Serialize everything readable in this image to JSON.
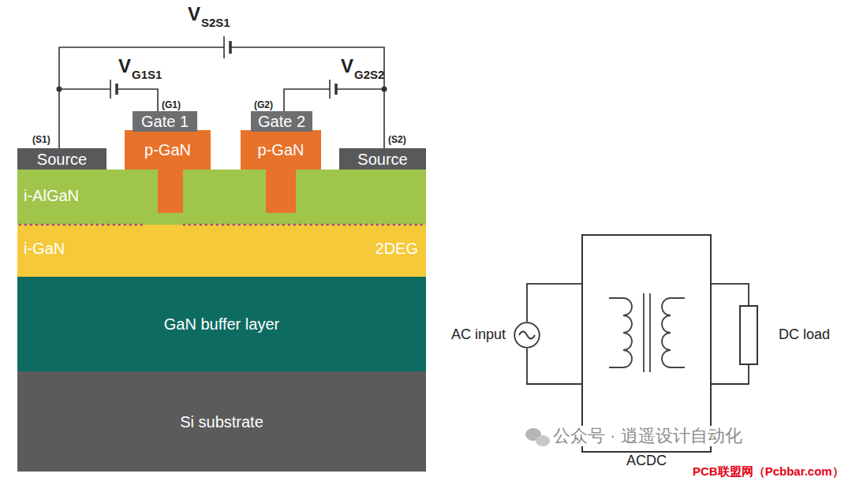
{
  "diagram": {
    "nodes": [
      {
        "text": [
          "Source"
        ]
      },
      {
        "text": [
          "Gate 1"
        ]
      },
      {
        "text": [
          "p-GaN"
        ]
      },
      {
        "text": [
          "Gate 2"
        ]
      },
      {
        "text": [
          "p-GaN"
        ]
      },
      {
        "text": [
          "Source"
        ]
      },
      {
        "text": [
          "i-AlGaN"
        ]
      },
      {
        "text": [
          "i-GaN",
          "2DEG"
        ]
      },
      {
        "text": [
          "GaN buffer layer"
        ]
      },
      {
        "text": [
          "Si substrate"
        ]
      },
      {
        "text": [
          "AC input"
        ]
      },
      {
        "text": [
          "ACDC"
        ]
      },
      {
        "text": [
          "DC load"
        ]
      }
    ],
    "edges": [
      {
        "from": 10,
        "to": 11,
        "arrow": "none"
      },
      {
        "from": 10,
        "to": 11,
        "arrow": "none"
      },
      {
        "from": 12,
        "to": 11,
        "arrow": "none"
      },
      {
        "from": 12,
        "to": 11,
        "arrow": "none"
      }
    ],
    "labels": [
      "V",
      "S2S1",
      "V",
      "G1S1",
      "V",
      "G2S2",
      "(S1)",
      "(G1)",
      "(G2)",
      "(S2)",
      "公众号 · 逍遥设计自动化",
      "PCB联盟网（Pcbbar.com）"
    ]
  }
}
